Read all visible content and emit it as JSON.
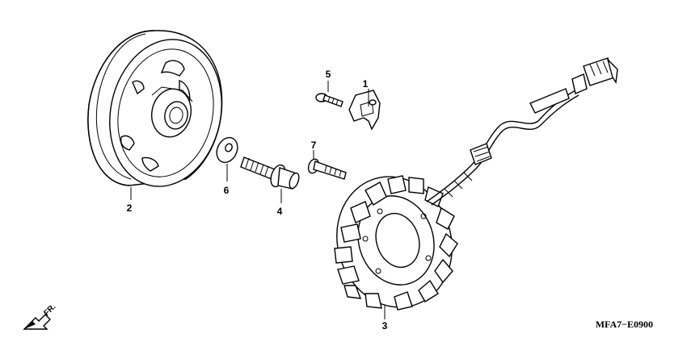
{
  "callouts": {
    "p1": "1",
    "p2": "2",
    "p3": "3",
    "p4": "4",
    "p5": "5",
    "p6": "6",
    "p7": "7"
  },
  "direction_label": "FR.",
  "diagram_code": "MFA7−E0900",
  "colors": {
    "line": "#000000",
    "background": "#ffffff"
  }
}
